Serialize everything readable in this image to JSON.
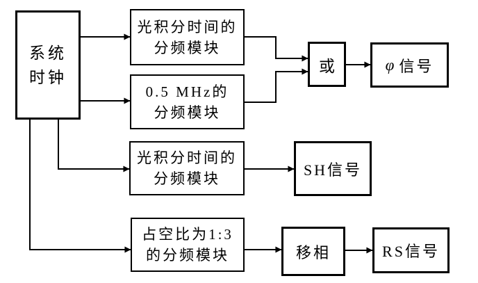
{
  "colors": {
    "background": "#ffffff",
    "line": "#000000",
    "box_border": "#000000",
    "text": "#000000"
  },
  "nodes": {
    "system_clock": {
      "label": "系统\n时钟"
    },
    "optical_integration_divider_1": {
      "label": "光积分时间的\n分频模块"
    },
    "half_mhz_divider": {
      "label": "0.5 MHz的\n分频模块"
    },
    "optical_integration_divider_2": {
      "label": "光积分时间的\n分频模块"
    },
    "duty_cycle_divider": {
      "label": "占空比为1:3\n的分频模块"
    },
    "or_gate": {
      "label": "或"
    },
    "phi_signal": {
      "symbol": "φ",
      "label": "信号"
    },
    "sh_signal": {
      "label": "SH信号"
    },
    "phase_shifter": {
      "label": "移相"
    },
    "rs_signal": {
      "label": "RS信号"
    }
  },
  "edges": [
    {
      "from": "system_clock",
      "to": "optical_integration_divider_1"
    },
    {
      "from": "system_clock",
      "to": "half_mhz_divider"
    },
    {
      "from": "system_clock",
      "to": "optical_integration_divider_2"
    },
    {
      "from": "system_clock",
      "to": "duty_cycle_divider"
    },
    {
      "from": "optical_integration_divider_1",
      "to": "or_gate"
    },
    {
      "from": "half_mhz_divider",
      "to": "or_gate"
    },
    {
      "from": "or_gate",
      "to": "phi_signal"
    },
    {
      "from": "optical_integration_divider_2",
      "to": "sh_signal"
    },
    {
      "from": "duty_cycle_divider",
      "to": "phase_shifter"
    },
    {
      "from": "phase_shifter",
      "to": "rs_signal"
    }
  ]
}
